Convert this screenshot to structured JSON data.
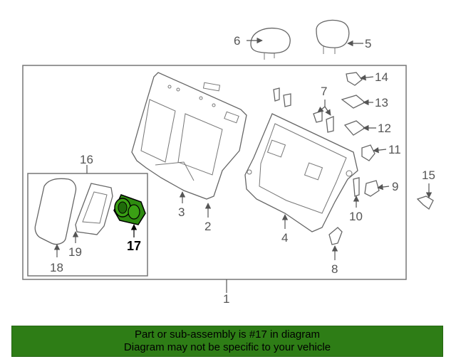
{
  "callouts": {
    "c1": "1",
    "c2": "2",
    "c3": "3",
    "c4": "4",
    "c5": "5",
    "c6": "6",
    "c7": "7",
    "c8": "8",
    "c9": "9",
    "c10": "10",
    "c11": "11",
    "c12": "12",
    "c13": "13",
    "c14": "14",
    "c15": "15",
    "c16": "16",
    "c17": "17",
    "c18": "18",
    "c19": "19"
  },
  "highlight": {
    "part": "17",
    "color": "#2e8b10"
  },
  "banner": {
    "line1": "Part or sub-assembly is #17 in diagram",
    "line2": "Diagram may not be specific to your vehicle",
    "background": "#2e7d16"
  }
}
